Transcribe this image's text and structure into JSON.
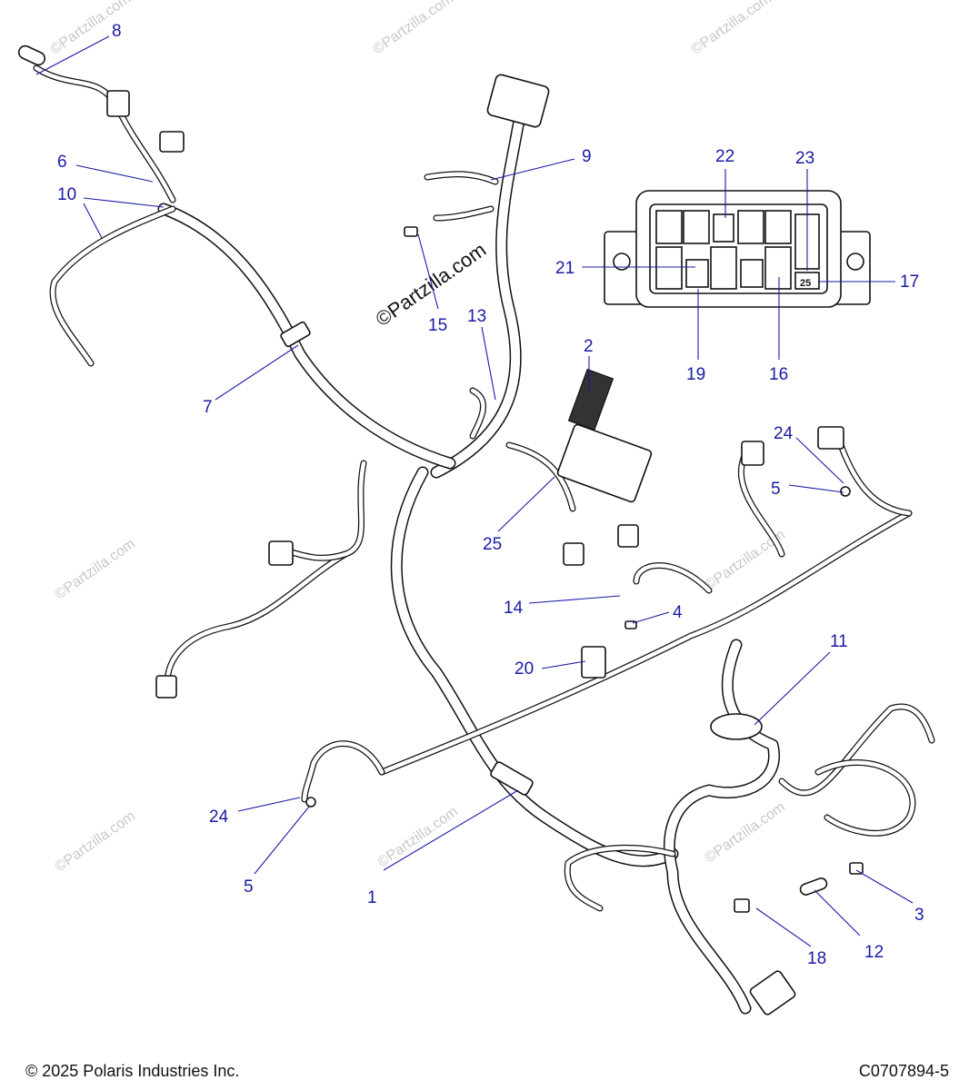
{
  "callouts": [
    {
      "n": "1"
    },
    {
      "n": "2"
    },
    {
      "n": "3"
    },
    {
      "n": "4"
    },
    {
      "n": "5"
    },
    {
      "n": "5"
    },
    {
      "n": "6"
    },
    {
      "n": "7"
    },
    {
      "n": "8"
    },
    {
      "n": "9"
    },
    {
      "n": "10"
    },
    {
      "n": "11"
    },
    {
      "n": "12"
    },
    {
      "n": "13"
    },
    {
      "n": "14"
    },
    {
      "n": "15"
    },
    {
      "n": "16"
    },
    {
      "n": "17"
    },
    {
      "n": "18"
    },
    {
      "n": "19"
    },
    {
      "n": "20"
    },
    {
      "n": "21"
    },
    {
      "n": "22"
    },
    {
      "n": "23"
    },
    {
      "n": "24"
    },
    {
      "n": "24"
    },
    {
      "n": "25"
    }
  ],
  "fuse_box_slot_label": "25",
  "watermark": "©Partzilla.com",
  "footer": {
    "copyright": "© 2025 Polaris Industries Inc.",
    "diagram_code": "C0707894-5"
  },
  "colors": {
    "callout": "#1a1aa6",
    "lines": "#111111",
    "watermark": "#c8c8c8"
  }
}
